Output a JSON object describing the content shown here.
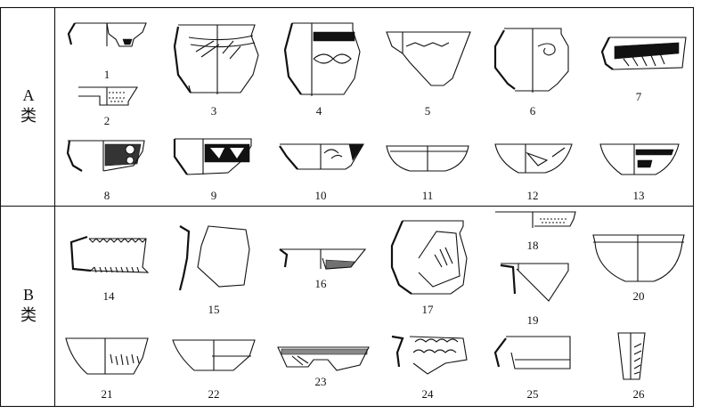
{
  "rows": [
    {
      "latin": "A",
      "han": "类"
    },
    {
      "latin": "B",
      "han": "类"
    }
  ],
  "figures": [
    {
      "n": "1"
    },
    {
      "n": "2"
    },
    {
      "n": "3"
    },
    {
      "n": "4"
    },
    {
      "n": "5"
    },
    {
      "n": "6"
    },
    {
      "n": "7"
    },
    {
      "n": "8"
    },
    {
      "n": "9"
    },
    {
      "n": "10"
    },
    {
      "n": "11"
    },
    {
      "n": "12"
    },
    {
      "n": "13"
    },
    {
      "n": "14"
    },
    {
      "n": "15"
    },
    {
      "n": "16"
    },
    {
      "n": "17"
    },
    {
      "n": "18"
    },
    {
      "n": "19"
    },
    {
      "n": "20"
    },
    {
      "n": "21"
    },
    {
      "n": "22"
    },
    {
      "n": "23"
    },
    {
      "n": "24"
    },
    {
      "n": "25"
    },
    {
      "n": "26"
    }
  ]
}
